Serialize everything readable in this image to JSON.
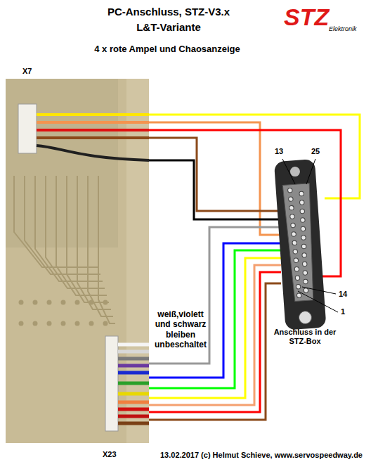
{
  "diagram": {
    "title": "PC-Anschluss, STZ-V3.x",
    "labels": [
      "L&T-Variante",
      "4 x rote Ampel und Chaosanzeige",
      "STZ",
      "Elektronik",
      "X7",
      "13",
      "25",
      "14",
      "1",
      "weiß,violett und schwarz bleiben unbeschaltet",
      "Anschluss in der STZ-Box",
      "X23",
      "13.02.2017 (c) Helmut Schieve, www.servospeedway.de"
    ]
  }
}
